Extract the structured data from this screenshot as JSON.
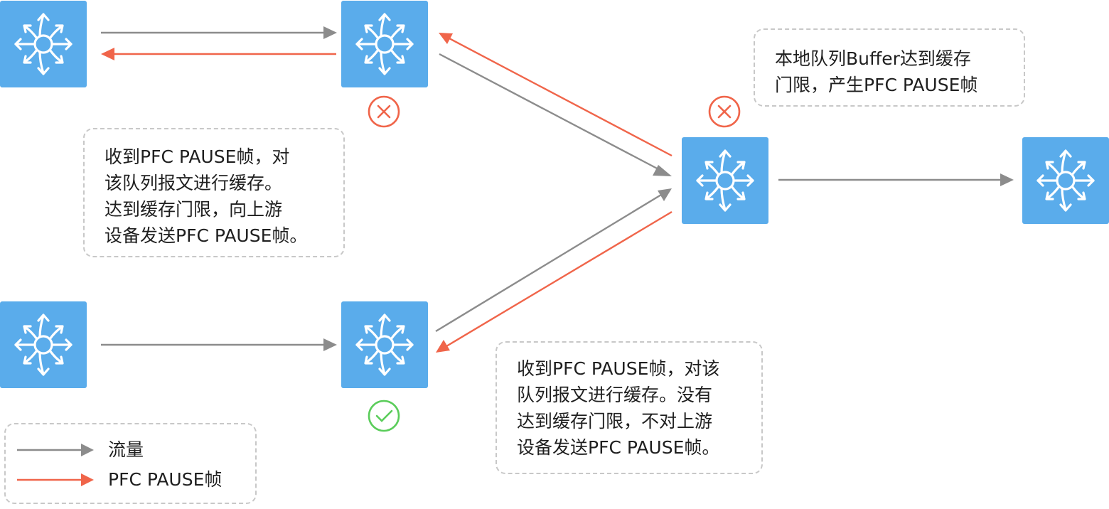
{
  "colors": {
    "switch": "#5aaceb",
    "flow_arrow": "#8c8c8c",
    "pause_arrow": "#f0654a",
    "error_mark": "#f0654a",
    "ok_mark": "#5bcd5b"
  },
  "nodes": [
    {
      "id": "switch-a",
      "icon": "switch-icon"
    },
    {
      "id": "switch-b",
      "icon": "switch-icon"
    },
    {
      "id": "switch-c",
      "icon": "switch-icon"
    },
    {
      "id": "switch-d",
      "icon": "switch-icon"
    },
    {
      "id": "switch-e",
      "icon": "switch-icon"
    },
    {
      "id": "switch-f",
      "icon": "switch-icon"
    }
  ],
  "status_marks": [
    {
      "node": "switch-b",
      "status": "blocked",
      "icon": "cross-circle-icon"
    },
    {
      "node": "switch-e",
      "status": "blocked",
      "icon": "cross-circle-icon"
    },
    {
      "node": "switch-d",
      "status": "ok",
      "icon": "check-circle-icon"
    }
  ],
  "notes": {
    "top_right": [
      "本地队列Buffer达到缓存",
      "门限，产生PFC PAUSE帧"
    ],
    "left": [
      "收到PFC PAUSE帧，对",
      "该队列报文进行缓存。",
      "达到缓存门限，向上游",
      "设备发送PFC PAUSE帧。"
    ],
    "bottom_right": [
      "收到PFC PAUSE帧，对该",
      "队列报文进行缓存。没有",
      "达到缓存门限，不对上游",
      "设备发送PFC PAUSE帧。"
    ]
  },
  "legend": {
    "flow_label": "流量",
    "pause_label": "PFC PAUSE帧"
  }
}
